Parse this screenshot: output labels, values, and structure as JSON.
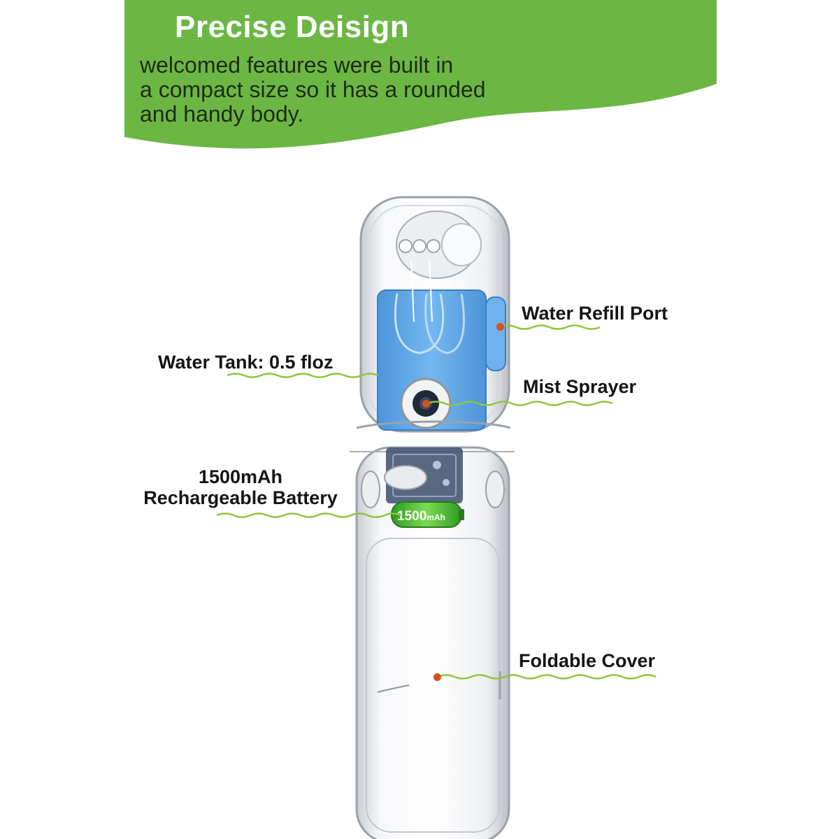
{
  "header": {
    "title": "Precise Deisign",
    "description_lines": [
      "welcomed features were built in",
      "a compact size so it has a rounded",
      "and handy body."
    ]
  },
  "callouts": [
    {
      "id": "water-refill-port",
      "text": "Water Refill Port"
    },
    {
      "id": "water-tank",
      "text": "Water Tank: 0.5 floz"
    },
    {
      "id": "mist-sprayer",
      "text": "Mist Sprayer"
    },
    {
      "id": "battery",
      "text_line1": "1500mAh",
      "text_line2": "Rechargeable Battery"
    },
    {
      "id": "foldable-cover",
      "text": "Foldable Cover"
    }
  ],
  "battery_print": {
    "capacity": "1500",
    "unit": "mAh"
  },
  "colors": {
    "banner_green": "#6cb744",
    "wave_line": "#8cc63f",
    "tank_blue": "#5fa9e8",
    "marker_dot": "#d2541c",
    "battery_green": "#4ec23a"
  },
  "icons": {
    "logo": "none"
  }
}
